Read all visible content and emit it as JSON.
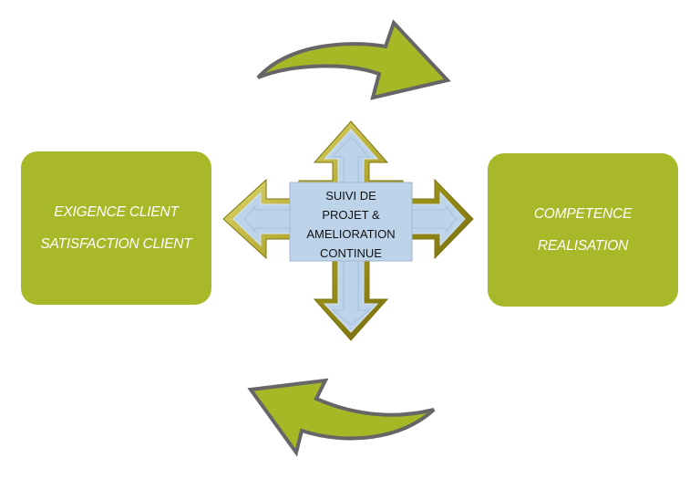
{
  "diagram": {
    "left_box": {
      "lines": [
        "EXIGENCE CLIENT",
        "SATISFACTION CLIENT"
      ]
    },
    "right_box": {
      "lines": [
        "COMPETENCE",
        "REALISATION"
      ]
    },
    "center_hub": {
      "lines": [
        "SUIVI DE",
        "PROJET &",
        "AMELIORATION",
        "CONTINUE"
      ]
    },
    "arrows": [
      {
        "name": "top-arrow",
        "direction": "right"
      },
      {
        "name": "bottom-arrow",
        "direction": "left"
      }
    ],
    "colors": {
      "box_fill": "#a8b829",
      "arrow_fill": "#a6b826",
      "arrow_outline": "#666666",
      "hub_fill": "#bcd3ea",
      "hub_border": "#c9c04a"
    }
  }
}
